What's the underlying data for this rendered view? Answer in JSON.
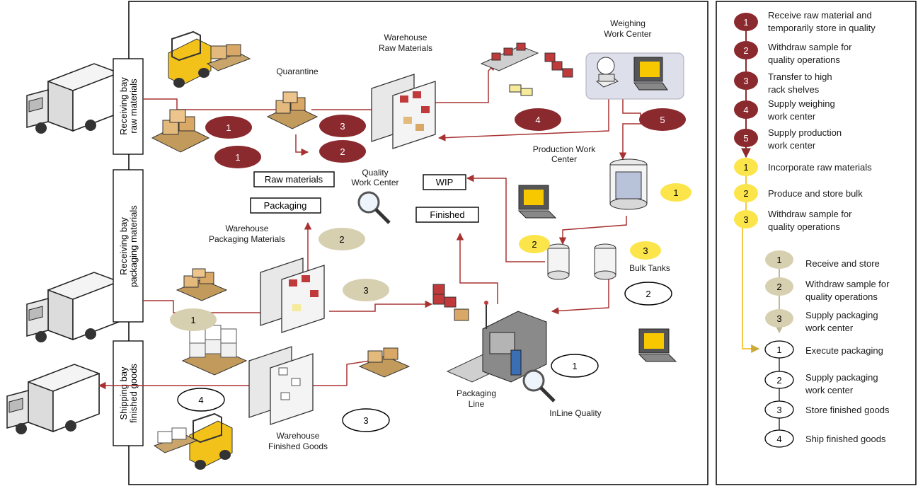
{
  "bays": {
    "raw": "Receiving bay raw materials",
    "raw_l1": "Receiving bay",
    "raw_l2": "raw materials",
    "pack_l1": "Receiving bay",
    "pack_l2": "packaging materials",
    "ship_l1": "Shipping bay",
    "ship_l2": "finished goods"
  },
  "labels": {
    "quarantine": "Quarantine",
    "wh_raw_1": "Warehouse",
    "wh_raw_2": "Raw Materials",
    "weigh_1": "Weighing",
    "weigh_2": "Work Center",
    "prod_1": "Production Work",
    "prod_2": "Center",
    "quality_1": "Quality",
    "quality_2": "Work Center",
    "wh_pack_1": "Warehouse",
    "wh_pack_2": "Packaging Materials",
    "bulk_tanks": "Bulk Tanks",
    "pack_line_1": "Packaging",
    "pack_line_2": "Line",
    "inline_quality": "InLine Quality",
    "wh_fg_1": "Warehouse",
    "wh_fg_2": "Finished Goods"
  },
  "boxes": {
    "raw_materials": "Raw materials",
    "packaging": "Packaging",
    "wip": "WIP",
    "finished": "Finished"
  },
  "diagram_badges": {
    "red_1a": "1",
    "red_1b": "1",
    "red_2": "2",
    "red_3": "3",
    "red_4": "4",
    "red_5": "5",
    "yel_1": "1",
    "yel_2": "2",
    "yel_3": "3",
    "tan_1": "1",
    "tan_2": "2",
    "tan_3": "3",
    "wht_1": "1",
    "wht_2": "2",
    "wht_3": "3",
    "wht_4": "4"
  },
  "legend": {
    "red": [
      {
        "num": "1",
        "line1": "Receive raw material and",
        "line2": "temporarily store in quality"
      },
      {
        "num": "2",
        "line1": "Withdraw sample for",
        "line2": "quality operations"
      },
      {
        "num": "3",
        "line1": "Transfer to high",
        "line2": " rack shelves"
      },
      {
        "num": "4",
        "line1": "Supply weighing",
        "line2": "work center"
      },
      {
        "num": "5",
        "line1": "Supply production",
        "line2": "work center"
      }
    ],
    "yellow": [
      {
        "num": "1",
        "line1": "Incorporate raw materials",
        "line2": ""
      },
      {
        "num": "2",
        "line1": "Produce and store bulk",
        "line2": ""
      },
      {
        "num": "3",
        "line1": "Withdraw sample for",
        "line2": "quality operations"
      }
    ],
    "tan": [
      {
        "num": "1",
        "line1": "Receive and store",
        "line2": ""
      },
      {
        "num": "2",
        "line1": "Withdraw sample for",
        "line2": "quality operations"
      },
      {
        "num": "3",
        "line1": "Supply packaging",
        "line2": "work center"
      }
    ],
    "white": [
      {
        "num": "1",
        "line1": "Execute packaging",
        "line2": ""
      },
      {
        "num": "2",
        "line1": "Supply packaging",
        "line2": "work center"
      },
      {
        "num": "3",
        "line1": "Store finished goods",
        "line2": ""
      },
      {
        "num": "4",
        "line1": "Ship finished goods",
        "line2": ""
      }
    ]
  },
  "colors": {
    "flow_red": "#a83232",
    "badge_red": "#8b2a2e",
    "badge_yellow": "#fbe54a",
    "badge_tan": "#d6cfb0",
    "badge_white": "#ffffff",
    "legend_yellow_line": "#f5c842"
  }
}
